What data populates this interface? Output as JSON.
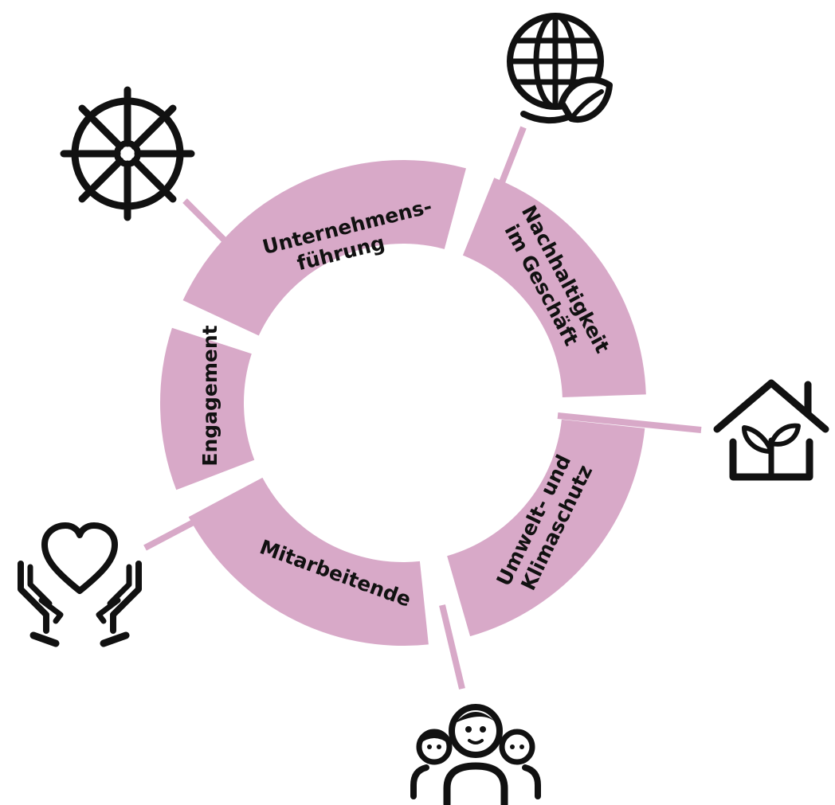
{
  "diagram": {
    "colors": {
      "segment_fill": "#d8a9c8",
      "connector_line": "#d8a9c8",
      "icon_stroke": "#111111",
      "label_text": "#111111",
      "background": "#ffffff"
    },
    "segments": [
      {
        "id": "unternehmensfuehrung",
        "lines": [
          "Unternehmens-",
          "führung"
        ],
        "icon": "ship-wheel-icon"
      },
      {
        "id": "nachhaltigkeit",
        "lines": [
          "Nachhaltigkeit",
          "im Geschäft"
        ],
        "icon": "globe-leaf-icon"
      },
      {
        "id": "umwelt",
        "lines": [
          "Umwelt- und",
          "Klimaschutz"
        ],
        "icon": "greenhouse-plant-icon"
      },
      {
        "id": "mitarbeitende",
        "lines": [
          "Mitarbeitende"
        ],
        "icon": "people-group-icon"
      },
      {
        "id": "engagement",
        "lines": [
          "Engagement"
        ],
        "icon": "heart-hands-icon"
      }
    ]
  }
}
